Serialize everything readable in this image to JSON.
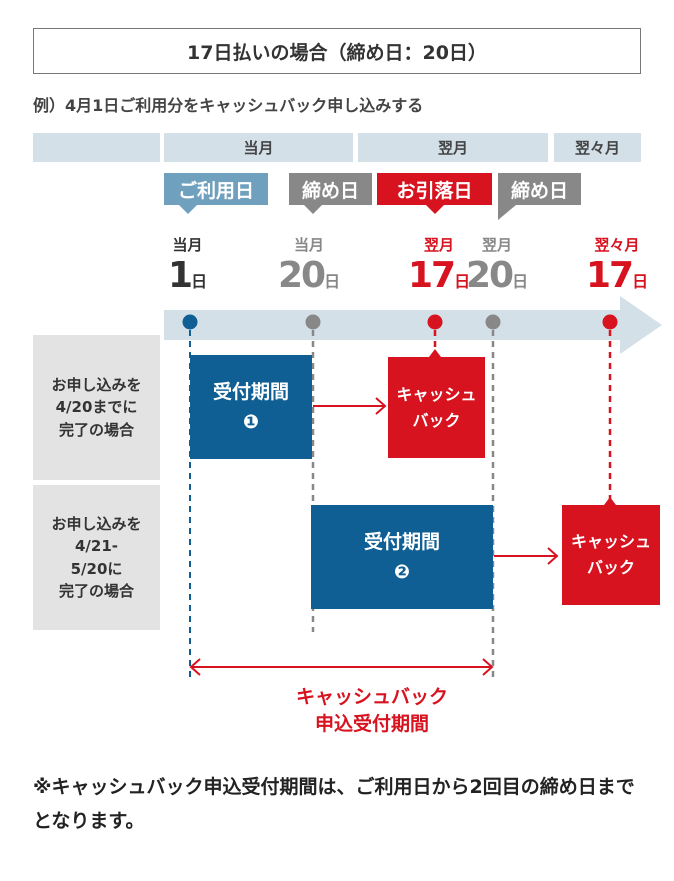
{
  "title": "17日払いの場合（締め日：20日）",
  "subtitle": "例）4月1日ご利用分をキャッシュバック申し込みする",
  "months": [
    "当月",
    "翌月",
    "翌々月"
  ],
  "tags": {
    "use": "ご利用日",
    "close1": "締め日",
    "debit": "お引落日",
    "close2": "締め日"
  },
  "days": [
    {
      "month": "当月",
      "day": "1",
      "unit": "日"
    },
    {
      "month": "当月",
      "day": "20",
      "unit": "日"
    },
    {
      "month": "翌月",
      "day": "17",
      "unit": "日"
    },
    {
      "month": "翌月",
      "day": "20",
      "unit": "日"
    },
    {
      "month": "翌々月",
      "day": "17",
      "unit": "日"
    }
  ],
  "rows": [
    {
      "label": [
        "お申し込みを",
        "4/20までに",
        "完了の場合"
      ],
      "period": "受付期間",
      "num": "❶",
      "cashback": [
        "キャッシュ",
        "バック"
      ]
    },
    {
      "label": [
        "お申し込みを",
        "4/21-",
        "5/20に",
        "完了の場合"
      ],
      "period": "受付期間",
      "num": "❷",
      "cashback": [
        "キャッシュ",
        "バック"
      ]
    }
  ],
  "range_label": [
    "キャッシュバック",
    "申込受付期間"
  ],
  "note": "※キャッシュバック申込受付期間は、ご利用日から2回目の締め日までとなります。",
  "colors": {
    "blue": "#0f5f94",
    "red": "#d7131f",
    "gray": "#888888",
    "lightblue": "#6fa0bd",
    "bar": "#d3e0e8"
  }
}
